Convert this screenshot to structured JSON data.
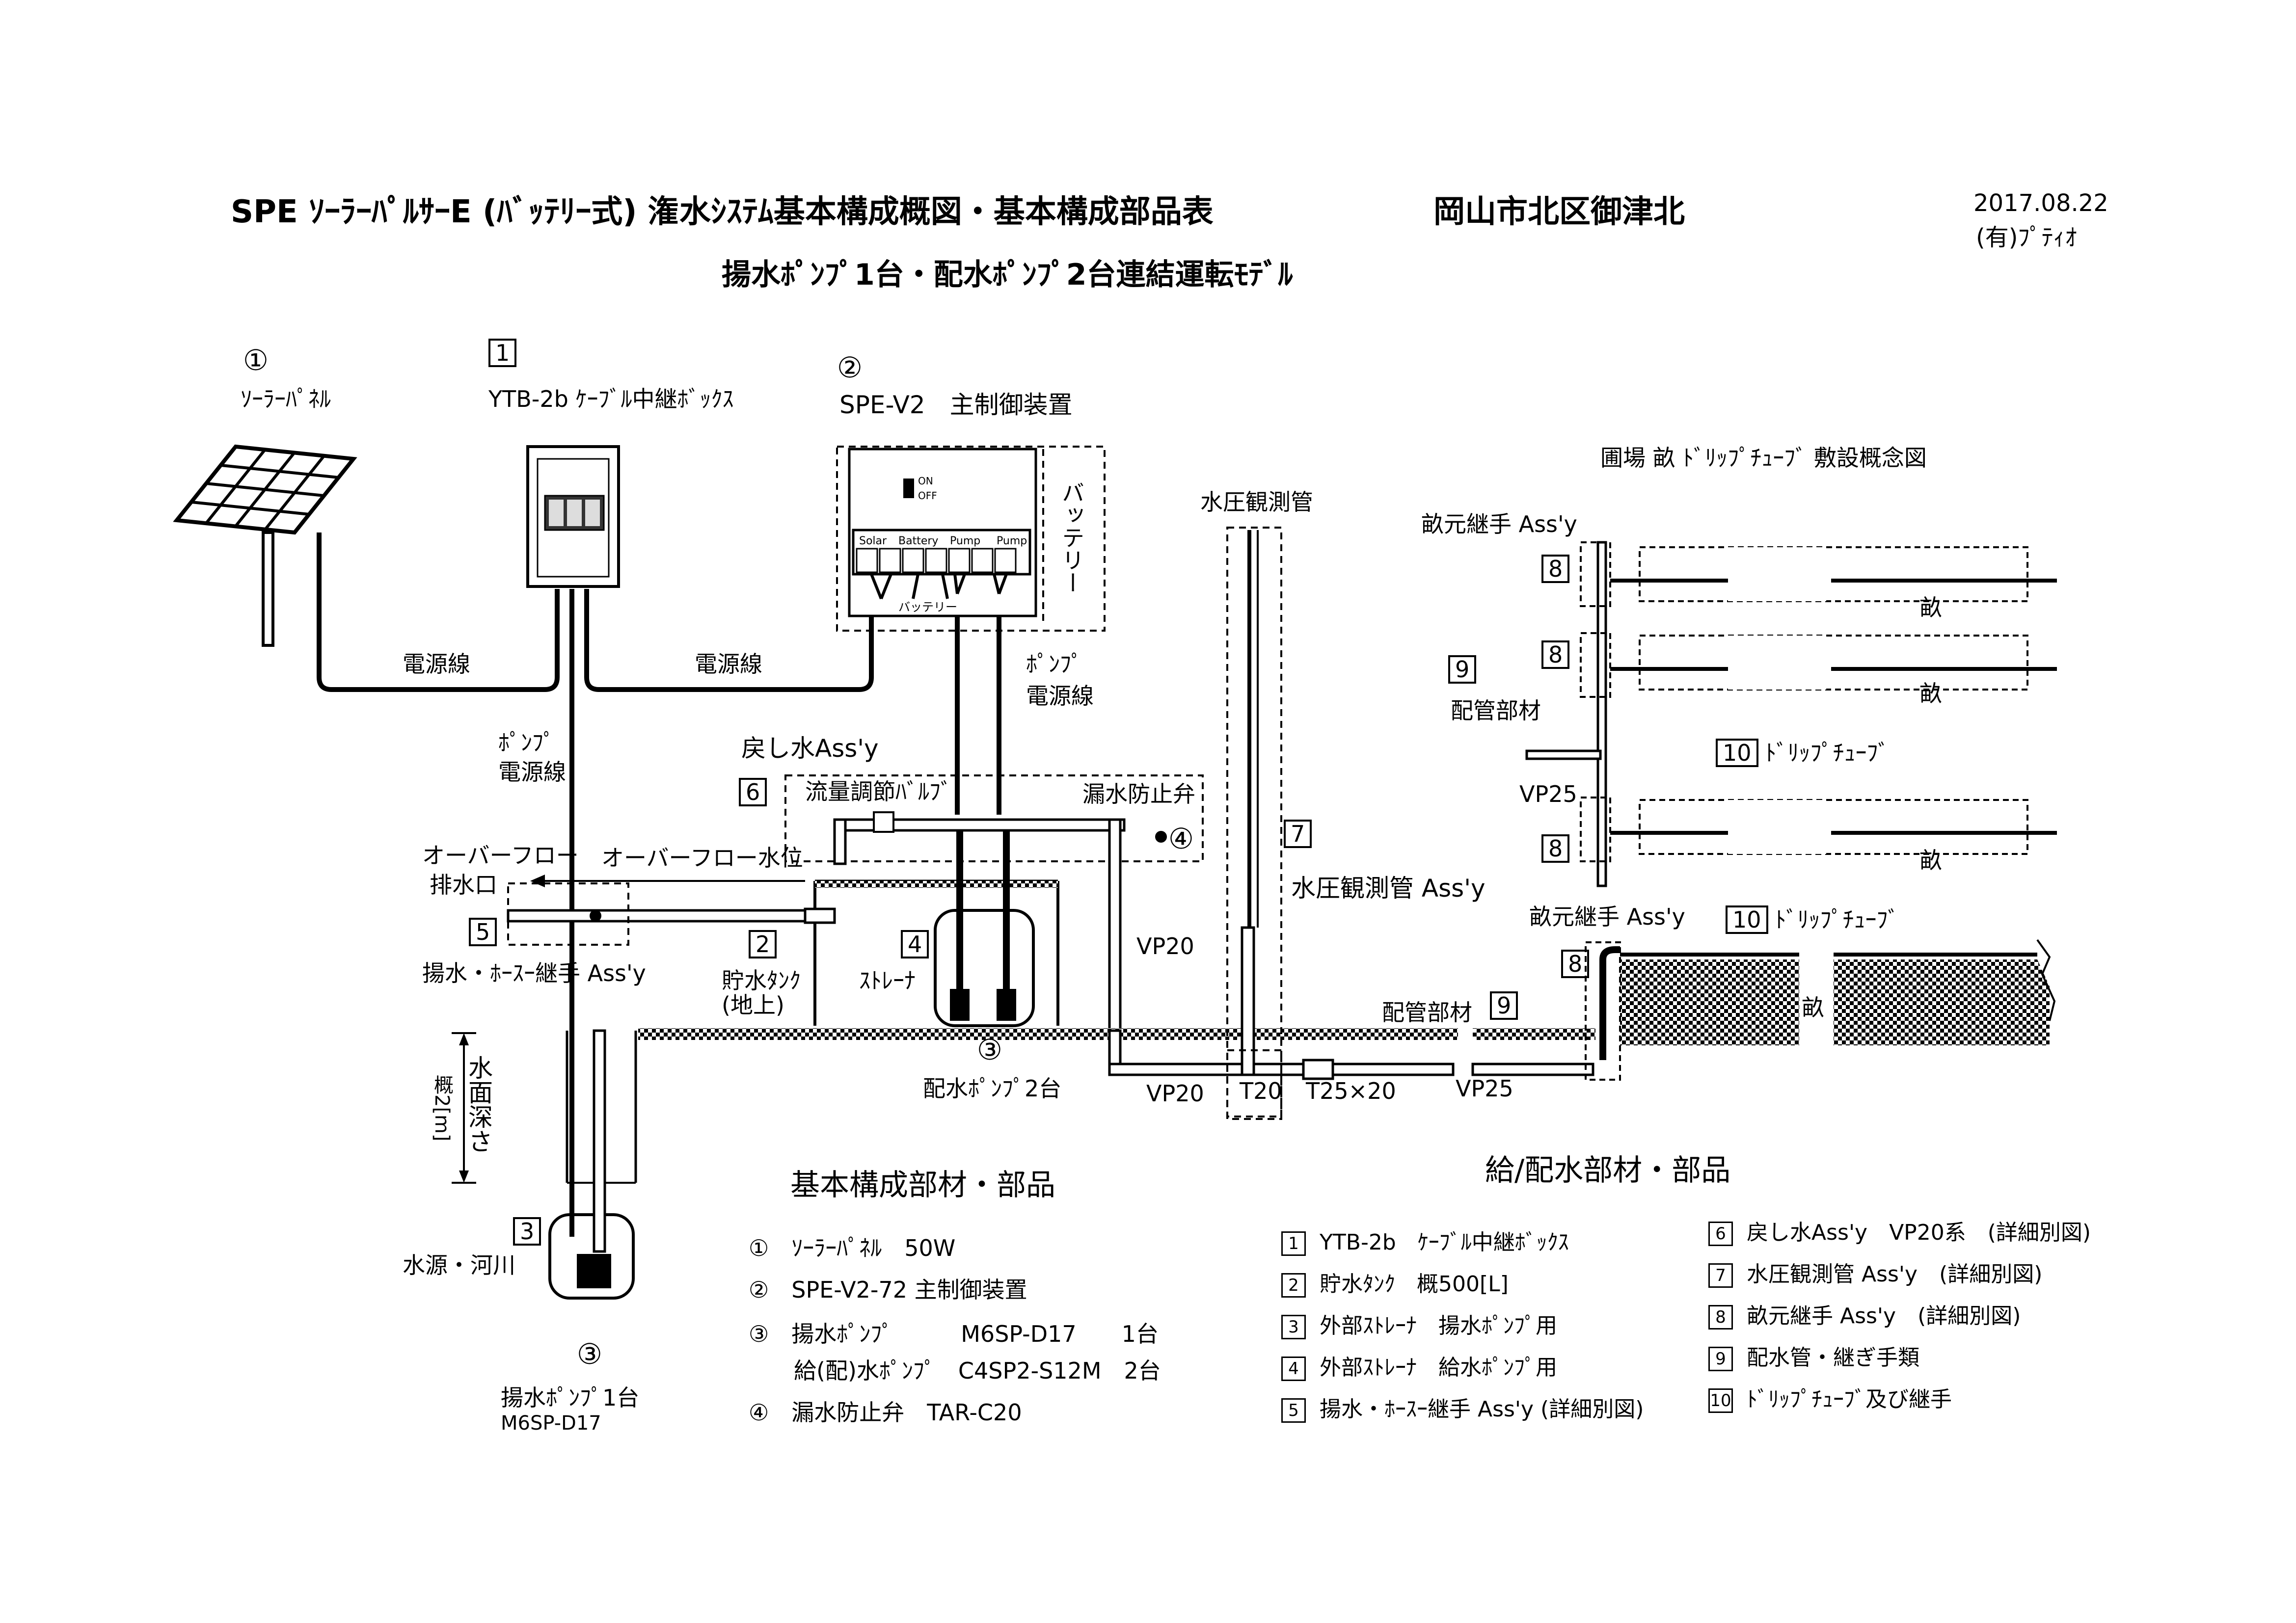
{
  "header": {
    "title": "SPE ｿｰﾗｰﾊﾟﾙｻｰE (ﾊﾞｯﾃﾘｰ式) 潅水ｼｽﾃﾑ基本構成概図・基本構成部品表",
    "location": "岡山市北区御津北",
    "subtitle": "揚水ﾎﾟﾝﾌﾟ1台・配水ﾎﾟﾝﾌﾟ2台連結運転ﾓﾃﾞﾙ",
    "date": "2017.08.22",
    "company": "(有)ﾌﾟﾃｨｵ"
  },
  "labels": {
    "solar_num": "①",
    "solar": "ｿｰﾗｰﾊﾟﾈﾙ",
    "ytb_num": "1",
    "ytb": "YTB-2b ｹｰﾌﾞﾙ中継ﾎﾞｯｸｽ",
    "ctrl_num": "②",
    "ctrl": "SPE-V2　主制御装置",
    "battery_vert": "バッテリー",
    "battery_small": "バッテリー",
    "term_solar": "Solar",
    "term_battery": "Battery",
    "term_pump1": "Pump",
    "term_pump2": "Pump",
    "sw_on": "ON",
    "sw_off": "OFF",
    "power_line_left": "電源線",
    "power_line_right": "電源線",
    "pump_power_left_1": "ﾎﾟﾝﾌﾟ",
    "pump_power_left_2": "電源線",
    "pump_power_right_1": "ﾎﾟﾝﾌﾟ",
    "pump_power_right_2": "電源線",
    "return_assy": "戻し水Ass'y",
    "flow_valve": "流量調節ﾊﾞﾙﾌﾞ",
    "leak_valve": "漏水防止弁",
    "num6": "6",
    "num4_circle": "④",
    "overflow_outlet_1": "オーバーフロー",
    "overflow_outlet_2": "排水口",
    "overflow_level": "オーバーフロー水位",
    "num5": "5",
    "pump_hose": "揚水・ﾎｰｽｰ継手 Ass'y",
    "num2": "2",
    "tank_1": "貯水ﾀﾝｸ",
    "tank_2": "(地上)",
    "num4": "4",
    "strainer": "ｽﾄﾚｰﾅ",
    "num3_circle_tank": "③",
    "dist_pump_label": "配水ﾎﾟﾝﾌﾟ2台",
    "water_depth": "水面深さ",
    "depth_approx": "概2[m]",
    "num3": "3",
    "water_source": "水源・河川",
    "num3_circle_pump": "③",
    "lift_pump_1": "揚水ﾎﾟﾝﾌﾟ1台",
    "lift_pump_2": "M6SP-D17",
    "vp20_a": "VP20",
    "vp20_b": "VP20",
    "t20": "T20",
    "t25x20": "T25×20",
    "vp25_a": "VP25",
    "vp25_b": "VP25",
    "pressure_tube_top": "水圧観測管",
    "num7": "7",
    "pressure_assy": "水圧観測管 Ass'y",
    "piping_material_a": "配管部材",
    "num9_a": "9",
    "field_title": "圃場 畝 ﾄﾞﾘｯﾌﾟﾁｭｰﾌﾞ 敷設概念図",
    "ridge_joint_top": "畝元継手 Ass'y",
    "num8_a": "8",
    "num8_b": "8",
    "num8_c": "8",
    "num8_d": "8",
    "ridge_a": "畝",
    "ridge_b": "畝",
    "ridge_c": "畝",
    "ridge_d": "畝",
    "num9_b": "9",
    "piping_material_b": "配管部材",
    "num10_a": "10",
    "drip_tube_a": "ﾄﾞﾘｯﾌﾟﾁｭｰﾌﾞ",
    "vp25_field": "VP25",
    "ridge_joint_bottom": "畝元継手 Ass'y",
    "num10_b": "10",
    "drip_tube_b": "ﾄﾞﾘｯﾌﾟﾁｭｰﾌﾞ"
  },
  "parts_basic": {
    "heading": "基本構成部材・部品",
    "items": [
      "①　ｿｰﾗｰﾊﾟﾈﾙ　50W",
      "②　SPE-V2-72 主制御装置",
      "③　揚水ﾎﾟﾝﾌﾟ　　　M6SP-D17　　1台",
      "　　給(配)水ﾎﾟﾝﾌﾟ　C4SP2-S12M　2台",
      "④　漏水防止弁　TAR-C20"
    ]
  },
  "parts_supply": {
    "heading": "給/配水部材・部品",
    "left": [
      {
        "num": "1",
        "text": "YTB-2b　ｹｰﾌﾞﾙ中継ﾎﾞｯｸｽ"
      },
      {
        "num": "2",
        "text": "貯水ﾀﾝｸ　概500[L]"
      },
      {
        "num": "3",
        "text": "外部ｽﾄﾚｰﾅ　揚水ﾎﾟﾝﾌﾟ用"
      },
      {
        "num": "4",
        "text": "外部ｽﾄﾚｰﾅ　給水ﾎﾟﾝﾌﾟ用"
      },
      {
        "num": "5",
        "text": "揚水・ﾎｰｽｰ継手 Ass'y (詳細別図)"
      }
    ],
    "right": [
      {
        "num": "6",
        "text": "戻し水Ass'y　VP20系　(詳細別図)"
      },
      {
        "num": "7",
        "text": "水圧観測管 Ass'y　(詳細別図)"
      },
      {
        "num": "8",
        "text": "畝元継手 Ass'y　(詳細別図)"
      },
      {
        "num": "9",
        "text": "配水管・継ぎ手類"
      },
      {
        "num": "10",
        "text": "ﾄﾞﾘｯﾌﾟﾁｭｰﾌﾞ及び継手"
      }
    ]
  }
}
